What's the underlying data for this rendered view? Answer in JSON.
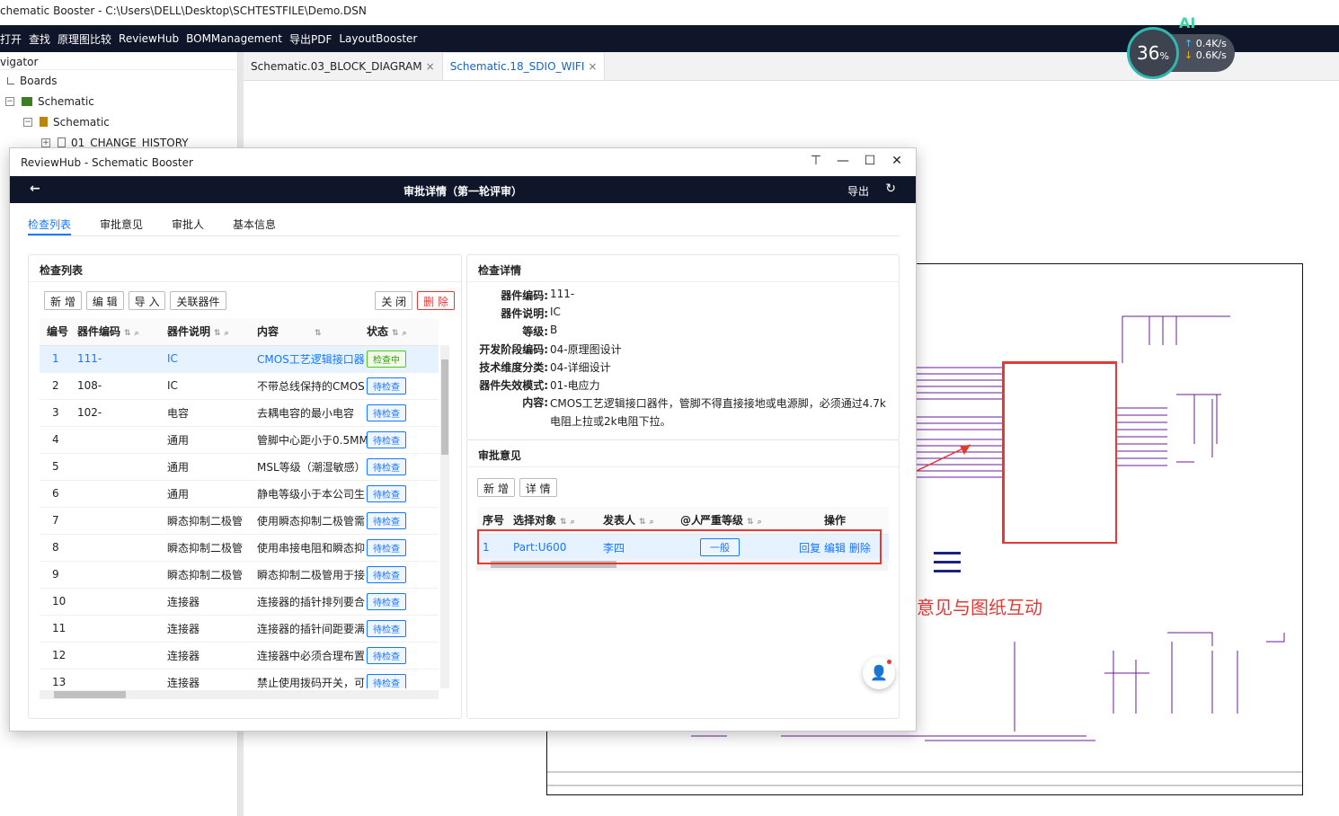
{
  "app": {
    "title": "chematic Booster - C:\\Users\\DELL\\Desktop\\SCHTESTFILE\\Demo.DSN",
    "menu": [
      "打开",
      "查找",
      "原理图比较",
      "ReviewHub",
      "BOMManagement",
      "导出PDF",
      "LayoutBooster"
    ]
  },
  "navigator": {
    "title": "vigator",
    "items": [
      {
        "label": "Boards"
      },
      {
        "label": "Schematic"
      },
      {
        "label": "Schematic"
      },
      {
        "label": "01_CHANGE_HISTORY"
      }
    ]
  },
  "editor_tabs": [
    {
      "label": "Schematic.03_BLOCK_DIAGRAM",
      "close": "×"
    },
    {
      "label": "Schematic.18_SDIO_WIFI",
      "close": "×"
    }
  ],
  "net_widget": {
    "percent": "36",
    "unit": "%",
    "ai": "AI",
    "up": "0.4",
    "down": "0.6",
    "rate_unit": "K/s"
  },
  "reviewhub": {
    "window_title": "ReviewHub - Schematic Booster",
    "header_title": "审批详情（第一轮评审）",
    "export_label": "导出",
    "tabs": [
      "检查列表",
      "审批意见",
      "审批人",
      "基本信息"
    ],
    "check_list": {
      "title": "检查列表",
      "buttons": [
        "新 增",
        "编 辑",
        "导 入",
        "关联器件"
      ],
      "right_buttons": [
        "关 闭",
        "删 除"
      ],
      "columns": [
        "编号",
        "器件编码",
        "器件说明",
        "内容",
        "状态"
      ],
      "rows": [
        {
          "no": "1",
          "code": "111-",
          "desc": "IC",
          "content": "CMOS工艺逻辑接口器",
          "status": "检查中"
        },
        {
          "no": "2",
          "code": "108-",
          "desc": "IC",
          "content": "不带总线保持的CMOS",
          "status": "待检查"
        },
        {
          "no": "3",
          "code": "102-",
          "desc": "电容",
          "content": "去耦电容的最小电容",
          "status": "待检查"
        },
        {
          "no": "4",
          "code": "",
          "desc": "通用",
          "content": "管脚中心距小于0.5MM",
          "status": "待检查"
        },
        {
          "no": "5",
          "code": "",
          "desc": "通用",
          "content": "MSL等级（潮湿敏感）",
          "status": "待检查"
        },
        {
          "no": "6",
          "code": "",
          "desc": "通用",
          "content": "静电等级小于本公司生",
          "status": "待检查"
        },
        {
          "no": "7",
          "code": "",
          "desc": "瞬态抑制二极管",
          "content": "使用瞬态抑制二极管需",
          "status": "待检查"
        },
        {
          "no": "8",
          "code": "",
          "desc": "瞬态抑制二极管",
          "content": "使用串接电阻和瞬态抑",
          "status": "待检查"
        },
        {
          "no": "9",
          "code": "",
          "desc": "瞬态抑制二极管",
          "content": "瞬态抑制二极管用于接",
          "status": "待检查"
        },
        {
          "no": "10",
          "code": "",
          "desc": "连接器",
          "content": "连接器的插针排列要合",
          "status": "待检查"
        },
        {
          "no": "11",
          "code": "",
          "desc": "连接器",
          "content": "连接器的插针间距要满",
          "status": "待检查"
        },
        {
          "no": "12",
          "code": "",
          "desc": "连接器",
          "content": "连接器中必须合理布置",
          "status": "待检查"
        },
        {
          "no": "13",
          "code": "",
          "desc": "连接器",
          "content": "禁止使用拨码开关，可",
          "status": "待检查"
        }
      ]
    },
    "detail": {
      "title": "检查详情",
      "fields": [
        {
          "k": "器件编码:",
          "v": "111-"
        },
        {
          "k": "器件说明:",
          "v": "IC"
        },
        {
          "k": "等级:",
          "v": "B"
        },
        {
          "k": "开发阶段编码:",
          "v": "04-原理图设计"
        },
        {
          "k": "技术维度分类:",
          "v": "04-详细设计"
        },
        {
          "k": "器件失效模式:",
          "v": "01-电应力"
        }
      ],
      "content_label": "内容:",
      "content_line1": "CMOS工艺逻辑接口器件，管脚不得直接接地或电源脚，必须通过4.7k",
      "content_line2": "电阻上拉或2k电阻下拉。"
    },
    "opinions": {
      "title": "审批意见",
      "buttons": [
        "新 增",
        "详 情"
      ],
      "columns": [
        "序号",
        "选择对象",
        "发表人",
        "@人",
        "严重等级",
        "操作"
      ],
      "rows": [
        {
          "no": "1",
          "object": "Part:U600",
          "author": "李四",
          "level": "一般",
          "actions": [
            "回复",
            "编辑",
            "删除"
          ]
        }
      ]
    }
  },
  "annotation": "Booster端评审意见与图纸互动",
  "colors": {
    "accent": "#1677ff",
    "header": "#0f1629",
    "annot": "#e53935"
  }
}
